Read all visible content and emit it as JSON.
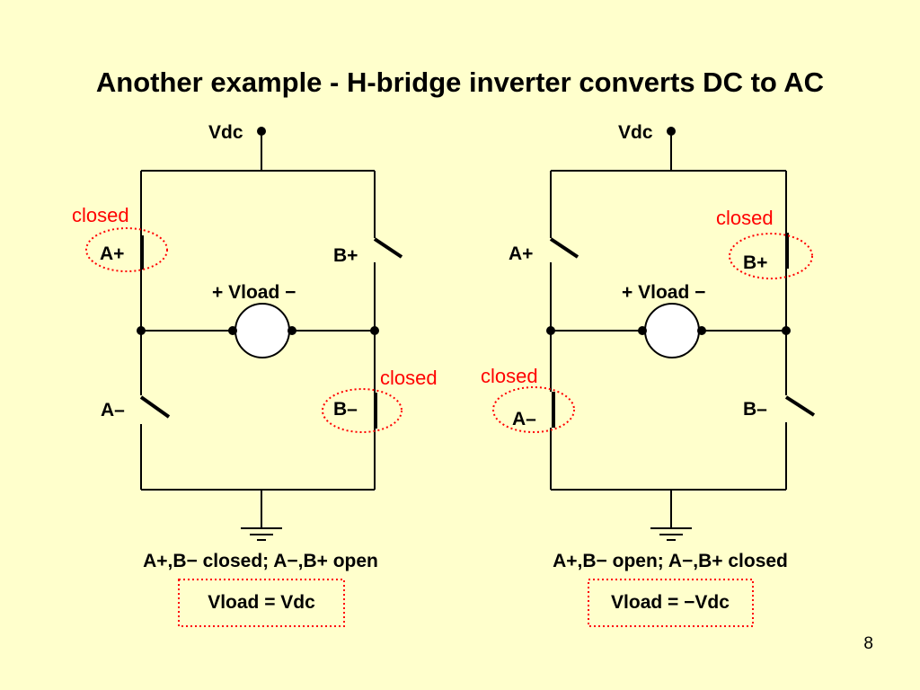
{
  "title": "Another example - H-bridge inverter converts DC to AC",
  "page_number": "8",
  "colors": {
    "background": "#FFFFCC",
    "highlight": "#FF0000",
    "wire": "#000000",
    "load_fill": "#FFFFFF"
  },
  "left_circuit": {
    "supply_label": "Vdc",
    "switches": {
      "a_plus": "A+",
      "b_plus": "B+",
      "a_minus": "A–",
      "b_minus": "B–"
    },
    "closed_labels": {
      "a_plus": "closed",
      "b_minus": "closed"
    },
    "load_label": "+ Vload −",
    "condition": "A+,B− closed; A−,B+ open",
    "result": "Vload = Vdc"
  },
  "right_circuit": {
    "supply_label": "Vdc",
    "switches": {
      "a_plus": "A+",
      "b_plus": "B+",
      "a_minus": "A–",
      "b_minus": "B–"
    },
    "closed_labels": {
      "b_plus": "closed",
      "a_minus": "closed"
    },
    "load_label": "+ Vload −",
    "condition": "A+,B− open; A−,B+ closed",
    "result": "Vload = −Vdc"
  }
}
